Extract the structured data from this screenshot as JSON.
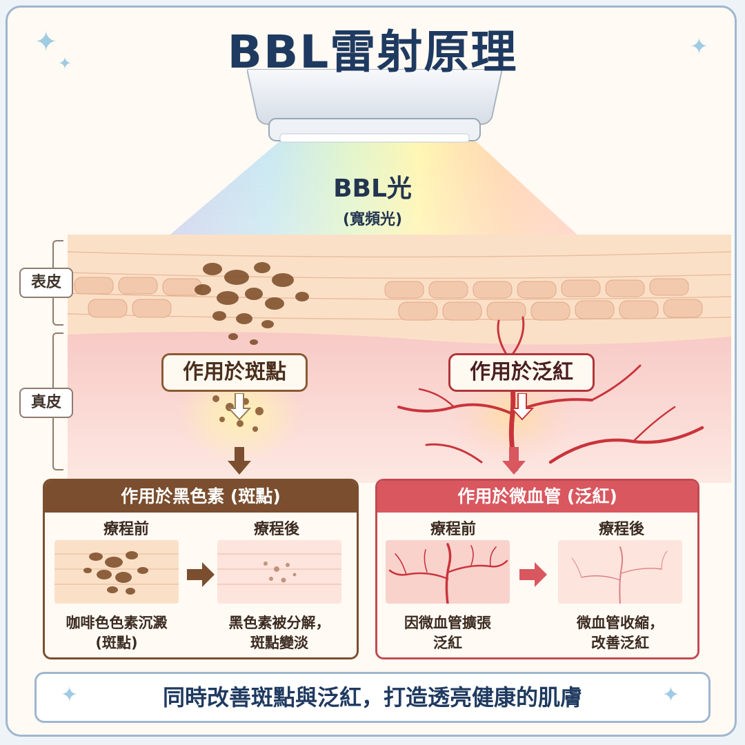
{
  "title": "BBL雷射原理",
  "light": {
    "name": "BBL光",
    "subtitle": "(寬頻光)"
  },
  "layers": {
    "epidermis": "表皮",
    "dermis": "真皮"
  },
  "callouts": {
    "spots": "作用於斑點",
    "redness": "作用於泛紅"
  },
  "panels": {
    "melanin": {
      "title": "作用於黑色素 (斑點)",
      "before_label": "療程前",
      "after_label": "療程後",
      "before_caption": [
        "咖啡色色素沉澱",
        "(斑點)"
      ],
      "after_caption": [
        "黑色素被分解，",
        "斑點變淡"
      ]
    },
    "vessels": {
      "title": "作用於微血管 (泛紅)",
      "before_label": "療程前",
      "after_label": "療程後",
      "before_caption": [
        "因微血管擴張",
        "泛紅"
      ],
      "after_caption": [
        "微血管收縮，",
        "改善泛紅"
      ]
    }
  },
  "summary": "同時改善斑點與泛紅，打造透亮健康的肌膚",
  "colors": {
    "title": "#1f3a60",
    "brown": "#7a4e2e",
    "red": "#d9575f"
  }
}
